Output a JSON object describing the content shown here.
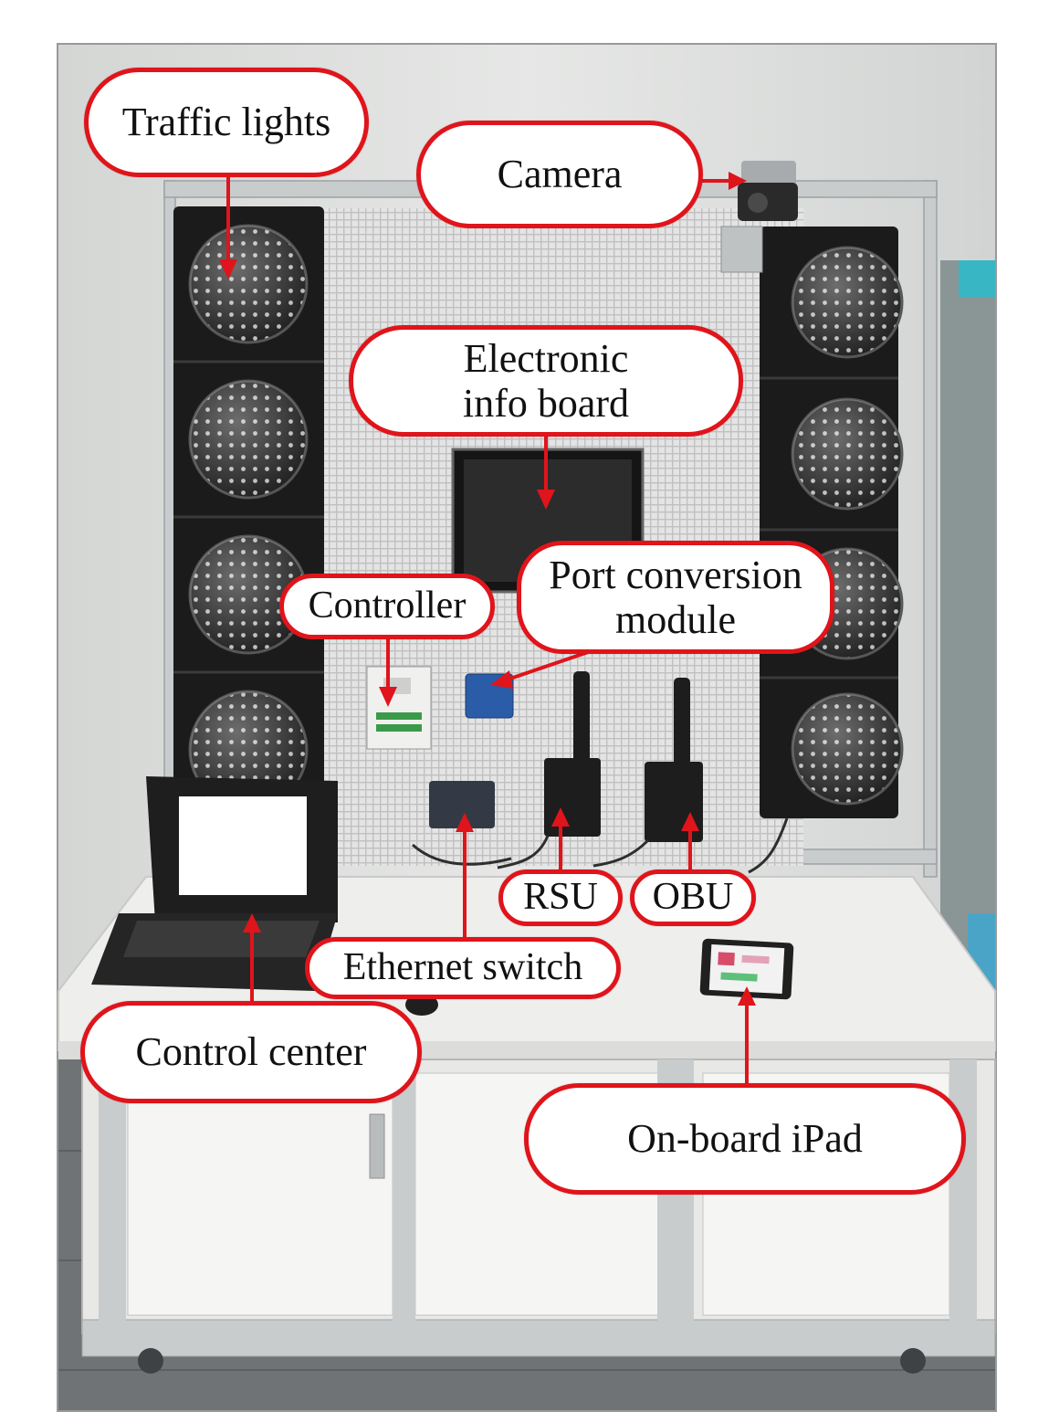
{
  "figure": {
    "accent_color": "#e0141b",
    "callouts": {
      "traffic_lights": "Traffic lights",
      "camera": "Camera",
      "info_board": "Electronic\ninfo board",
      "controller": "Controller",
      "port_module": "Port conversion\nmodule",
      "rsu": "RSU",
      "obu": "OBU",
      "ethernet_switch": "Ethernet switch",
      "control_center": "Control center",
      "ipad": "On-board iPad"
    }
  }
}
